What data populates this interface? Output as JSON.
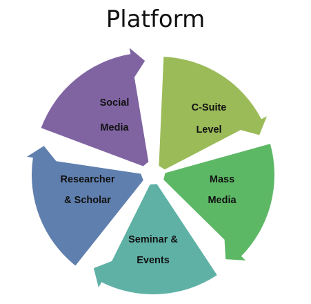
{
  "title": "Platform",
  "segments": [
    {
      "lines": [
        "C-Suite",
        "Level"
      ],
      "color": "#9bbb59"
    },
    {
      "lines": [
        "Mass",
        "Media"
      ],
      "color": "#5db866"
    },
    {
      "lines": [
        "Seminar &",
        "Events"
      ],
      "color": "#5fb1a6"
    },
    {
      "lines": [
        "Researcher",
        "& Scholar"
      ],
      "color": "#5f7fae"
    },
    {
      "lines": [
        "Social",
        "Media"
      ],
      "color": "#8064a2"
    }
  ]
}
